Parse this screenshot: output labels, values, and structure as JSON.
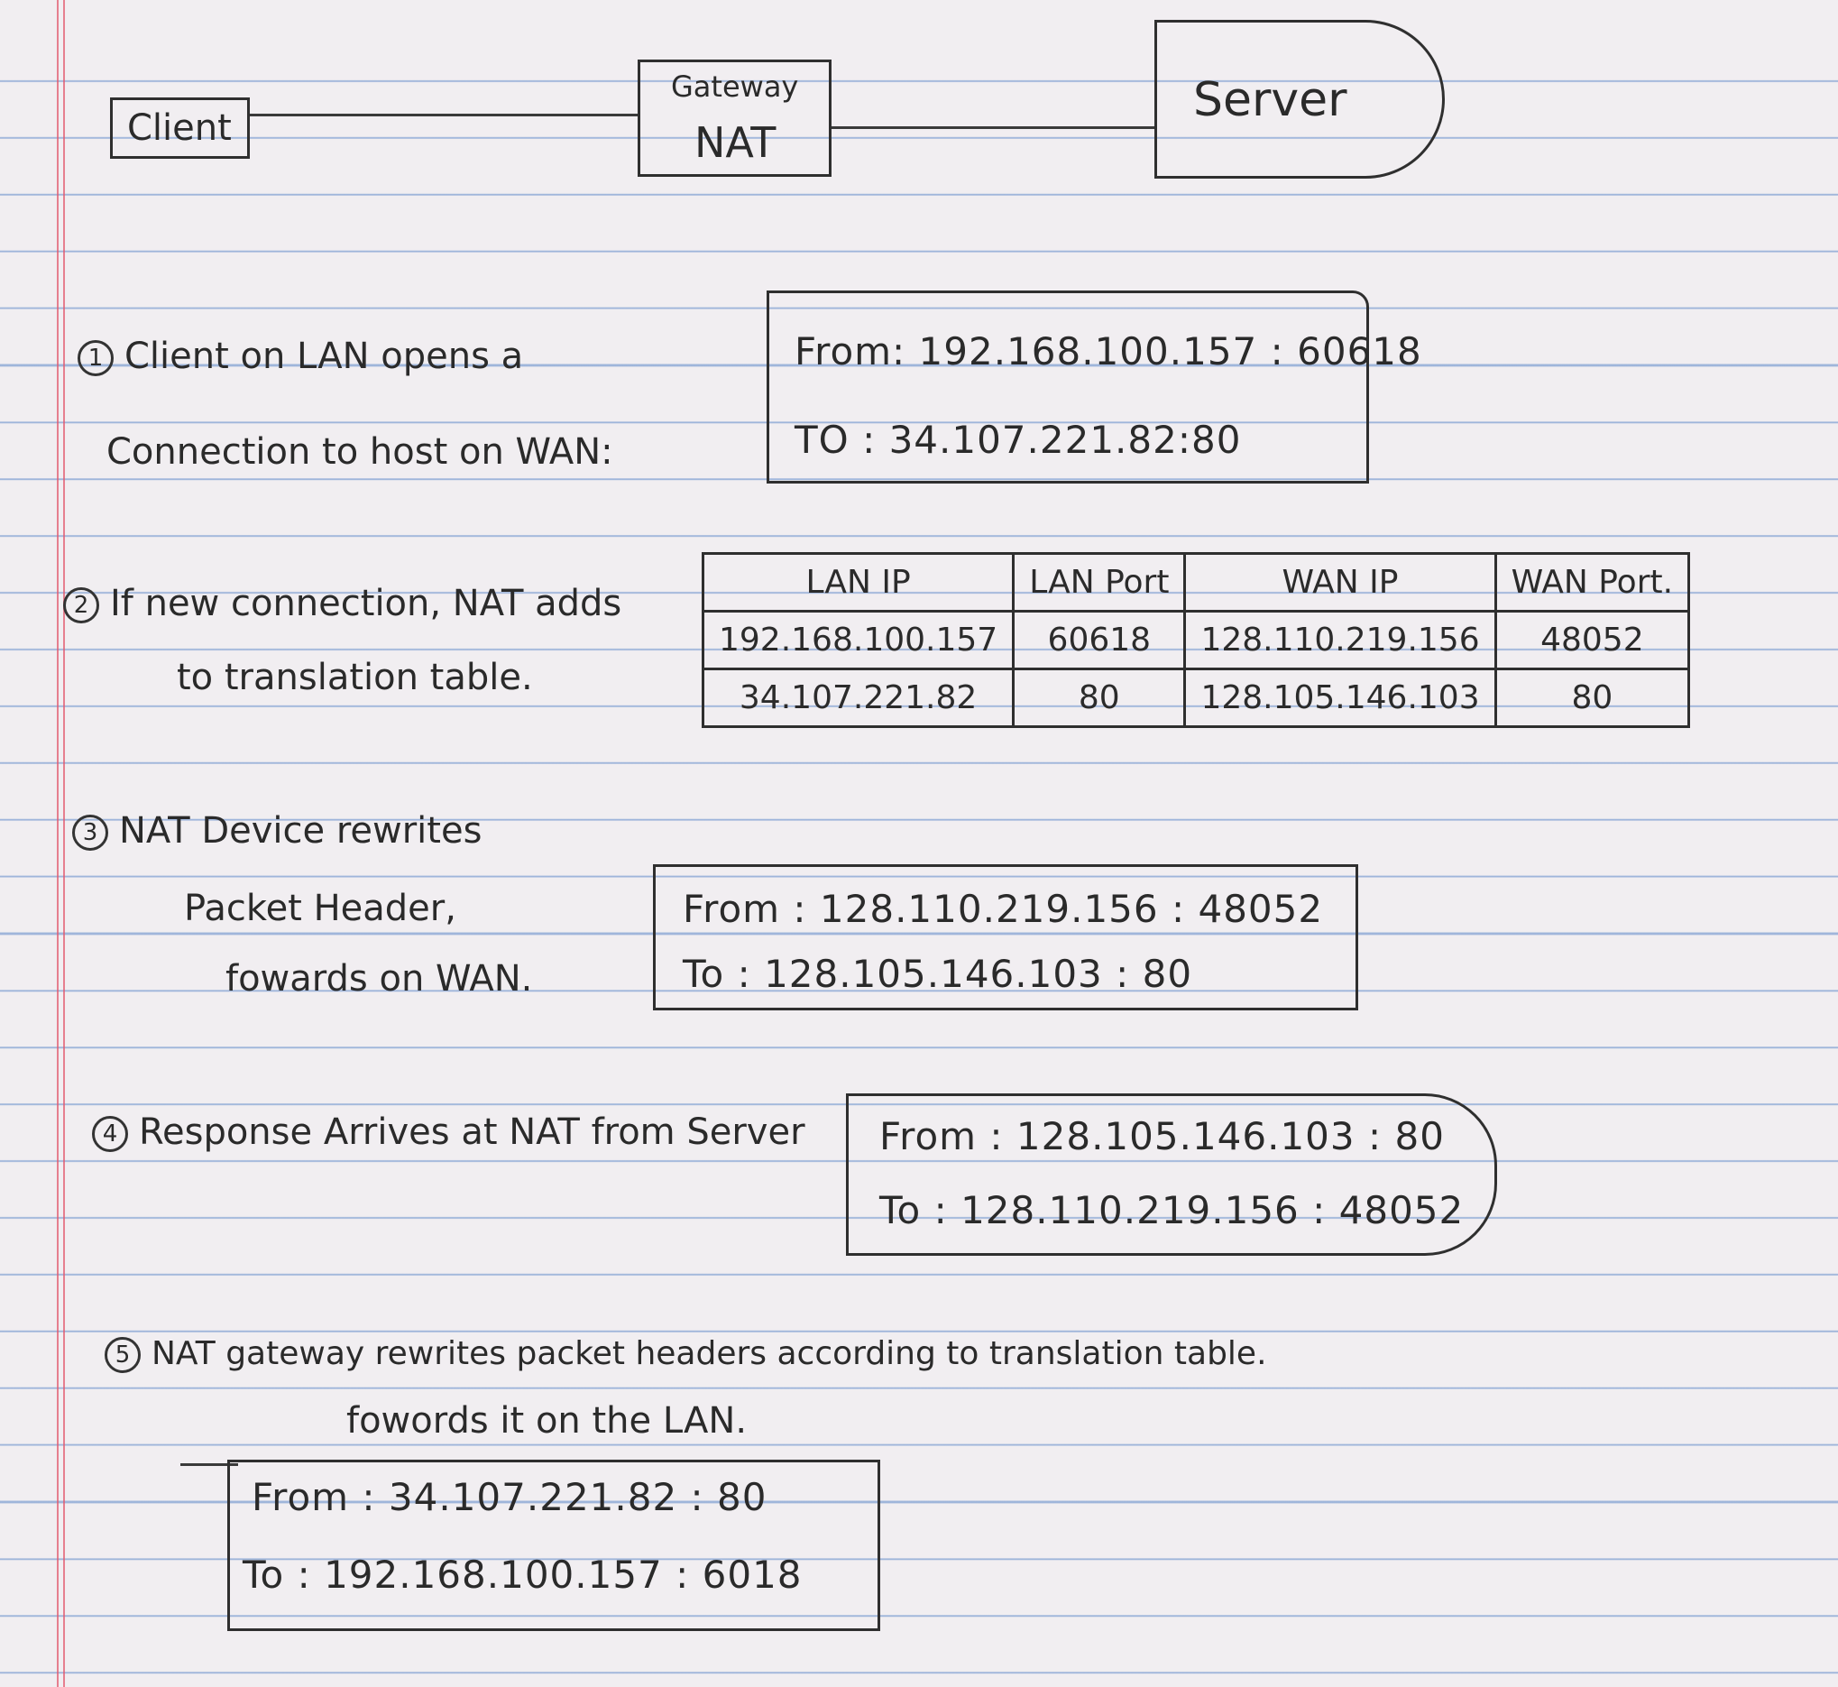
{
  "diagram": {
    "client_label": "Client",
    "gateway_label_line1": "Gateway",
    "gateway_label_line2": "NAT",
    "server_label": "Server"
  },
  "steps": [
    {
      "number": "1",
      "line1": "Client on LAN opens a",
      "line2": "Connection to host on WAN:",
      "from": "From: 192.168.100.157 : 60618",
      "to": "TO : 34.107.221.82:80"
    },
    {
      "number": "2",
      "line1": "If new connection, NAT adds",
      "line2": "to translation table."
    },
    {
      "number": "3",
      "line1": "NAT Device rewrites",
      "line2": "Packet Header,",
      "line3": "fowards on WAN.",
      "from": "From : 128.110.219.156 : 48052",
      "to": "To : 128.105.146.103 : 80"
    },
    {
      "number": "4",
      "line1": "Response Arrives at NAT from Server",
      "from": "From : 128.105.146.103 : 80",
      "to": "To : 128.110.219.156 : 48052"
    },
    {
      "number": "5",
      "line1": "NAT gateway rewrites packet headers according to translation table.",
      "line2": "fowords it on the LAN.",
      "from": "From : 34.107.221.82 : 80",
      "to": "To : 192.168.100.157 : 6018"
    }
  ],
  "translation_table": {
    "headers": [
      "LAN IP",
      "LAN Port",
      "WAN IP",
      "WAN Port."
    ],
    "rows": [
      [
        "192.168.100.157",
        "60618",
        "128.110.219.156",
        "48052"
      ],
      [
        "34.107.221.82",
        "80",
        "128.105.146.103",
        "80"
      ]
    ]
  }
}
